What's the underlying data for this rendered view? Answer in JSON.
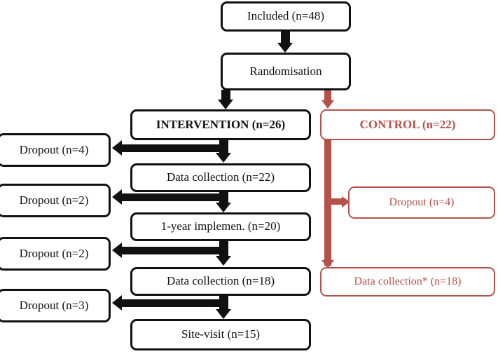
{
  "diagram": {
    "title": "CONSORT-style participant flow diagram",
    "colors": {
      "black": "#111111",
      "red": "#b4524a",
      "background": "#ffffff"
    },
    "nodes": {
      "included": "Included (n=48)",
      "randomisation": "Randomisation",
      "intervention": "INTERVENTION (n=26)",
      "control": "CONTROL (n=22)",
      "int_dropout_1": "Dropout (n=4)",
      "int_data_1": "Data collection (n=22)",
      "int_dropout_2": "Dropout (n=2)",
      "int_implem": "1-year implemen. (n=20)",
      "int_dropout_3": "Dropout (n=2)",
      "int_data_2": "Data collection (n=18)",
      "int_dropout_4": "Dropout (n=3)",
      "int_sitevisit": "Site-visit (n=15)",
      "ctrl_dropout": "Dropout (n=4)",
      "ctrl_data": "Data collection* (n=18)"
    },
    "arrows": [
      {
        "name": "included-to-randomisation",
        "from": "included",
        "to": "randomisation",
        "direction": "down",
        "color": "#111111"
      },
      {
        "name": "randomisation-to-intervention",
        "from": "randomisation",
        "to": "intervention",
        "direction": "down",
        "color": "#111111"
      },
      {
        "name": "randomisation-to-control",
        "from": "randomisation",
        "to": "control",
        "direction": "down",
        "color": "#b4524a"
      },
      {
        "name": "intervention-to-dropout-1",
        "from": "intervention",
        "to": "int_dropout_1",
        "direction": "left",
        "color": "#111111"
      },
      {
        "name": "intervention-to-data-1",
        "from": "intervention",
        "to": "int_data_1",
        "direction": "down",
        "color": "#111111"
      },
      {
        "name": "data-1-to-dropout-2",
        "from": "int_data_1",
        "to": "int_dropout_2",
        "direction": "left",
        "color": "#111111"
      },
      {
        "name": "data-1-to-implem",
        "from": "int_data_1",
        "to": "int_implem",
        "direction": "down",
        "color": "#111111"
      },
      {
        "name": "implem-to-dropout-3",
        "from": "int_implem",
        "to": "int_dropout_3",
        "direction": "left",
        "color": "#111111"
      },
      {
        "name": "implem-to-data-2",
        "from": "int_implem",
        "to": "int_data_2",
        "direction": "down",
        "color": "#111111"
      },
      {
        "name": "data-2-to-dropout-4",
        "from": "int_data_2",
        "to": "int_dropout_4",
        "direction": "left",
        "color": "#111111"
      },
      {
        "name": "data-2-to-sitevisit",
        "from": "int_data_2",
        "to": "int_sitevisit",
        "direction": "down",
        "color": "#111111"
      },
      {
        "name": "control-to-dropout",
        "from": "control",
        "to": "ctrl_dropout",
        "direction": "right",
        "color": "#b4524a"
      },
      {
        "name": "control-to-data",
        "from": "control",
        "to": "ctrl_data",
        "direction": "down",
        "color": "#b4524a"
      }
    ]
  }
}
